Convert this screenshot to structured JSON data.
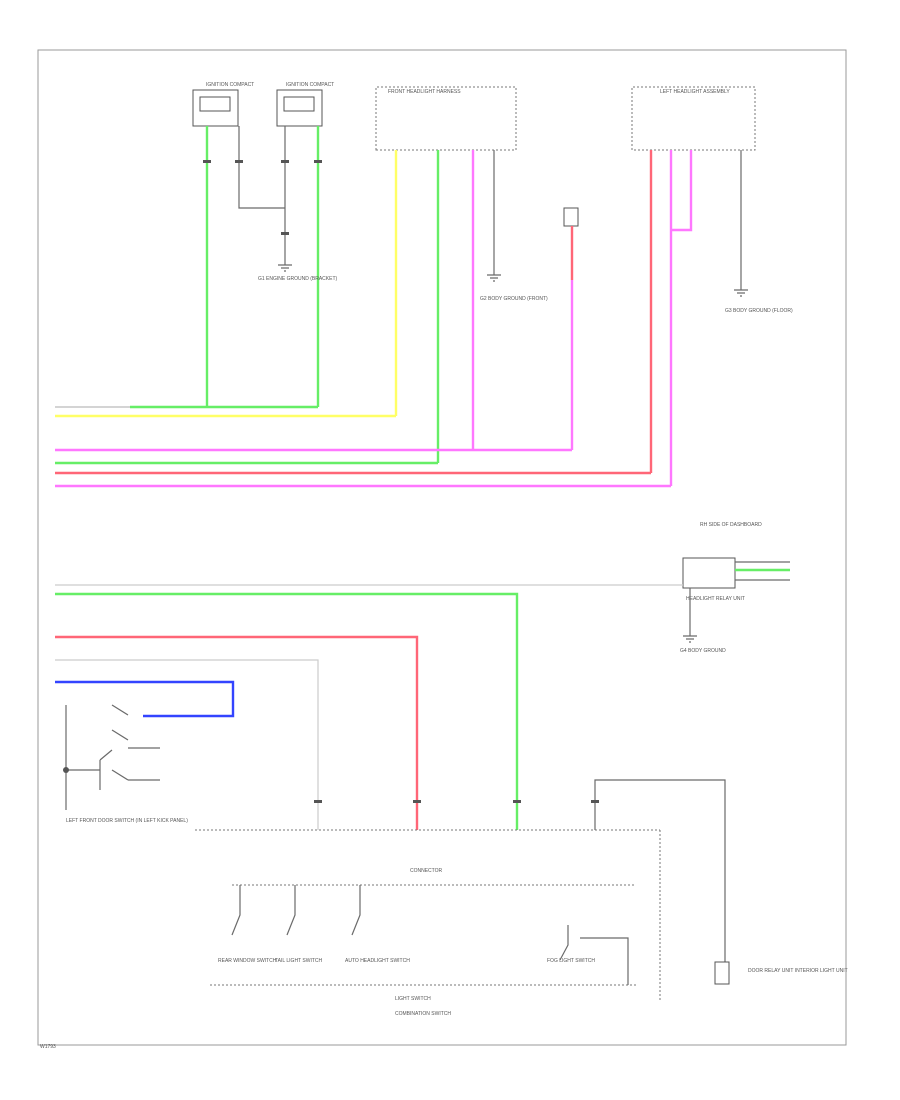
{
  "footer_code": "W1793",
  "colors": {
    "green": "#66ee66",
    "yellow": "#ffff66",
    "pink": "#ff77ff",
    "red": "#ff6677",
    "blue": "#3344ff",
    "gray": "#bbbbbb",
    "dark": "#6a6a6a"
  },
  "labels": {
    "comp1": "IGNITION\nCOMPACT",
    "comp2": "IGNITION\nCOMPACT",
    "comp3": "FRONT HEADLIGHT HARNESS",
    "comp4": "LEFT HEADLIGHT\nASSEMBLY",
    "ground1": "G1\nENGINE\nGROUND\n(BRACKET)",
    "ground2": "G2\nBODY\nGROUND\n(FRONT)",
    "ground3": "G3\nBODY\nGROUND\n(FLOOR)",
    "ground4": "G4\nBODY\nGROUND",
    "relay_right": "RH SIDE OF DASHBOARD",
    "relay_name": "HEADLIGHT\nRELAY\nUNIT",
    "switch_left": "LEFT FRONT DOOR SWITCH\n(IN LEFT KICK PANEL)",
    "connector_bar": "CONNECTOR",
    "switch1": "REAR WINDOW\nSWITCH",
    "switch2": "TAIL LIGHT\nSWITCH",
    "switch3": "AUTO HEADLIGHT\nSWITCH",
    "switch4": "FOG LIGHT\nSWITCH",
    "combination": "LIGHT SWITCH",
    "combination2": "COMBINATION SWITCH",
    "bottom_right": "DOOR RELAY\nUNIT\nINTERIOR\nLIGHT\nUNIT"
  }
}
